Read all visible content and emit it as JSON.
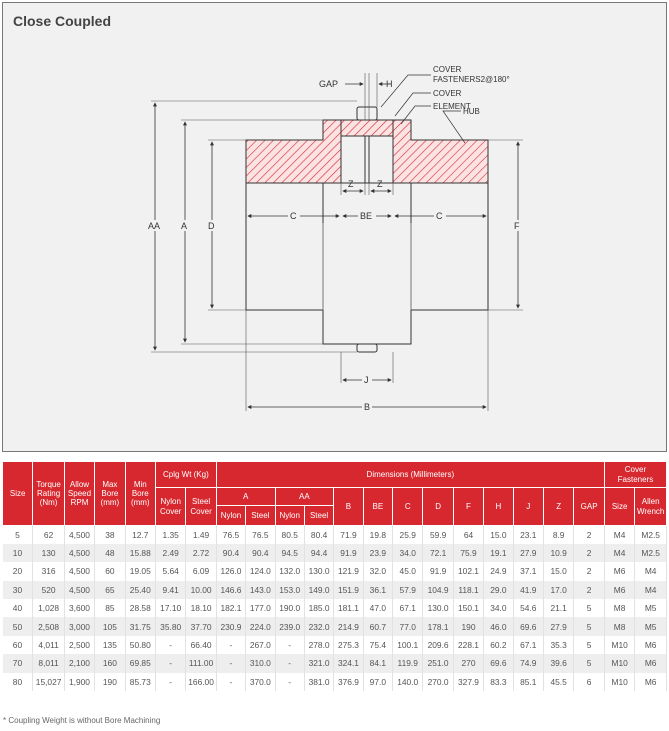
{
  "title": "Close Coupled",
  "diagram": {
    "callouts": [
      "COVER",
      "FASTENERS2@180°",
      "COVER",
      "ELEMENT",
      "HUB"
    ],
    "dims": {
      "gap": "GAP",
      "h": "H",
      "aa": "AA",
      "a": "A",
      "d": "D",
      "f": "F",
      "c": "C",
      "be": "BE",
      "z": "Z",
      "j": "J",
      "b": "B"
    }
  },
  "table": {
    "headers": {
      "size": "Size",
      "torque": "Torque Rating (Nm)",
      "speed": "Allow Speed RPM",
      "maxbore": "Max Bore (mm)",
      "minbore": "Min Bore (mm)",
      "cplg": "Cplg Wt (Kg)",
      "nylon_cover": "Nylon Cover",
      "steel_cover": "Steel Cover",
      "dimensions": "Dimensions (Millimeters)",
      "a": "A",
      "aa": "AA",
      "nylon": "Nylon",
      "steel": "Steel",
      "b": "B",
      "be": "BE",
      "c": "C",
      "d": "D",
      "f": "F",
      "h": "H",
      "j": "J",
      "z": "Z",
      "gap": "GAP",
      "fasteners": "Cover Fasteners",
      "fsize": "Size",
      "allen": "Allen Wrench"
    },
    "rows": [
      [
        "5",
        "62",
        "4,500",
        "38",
        "12.7",
        "1.35",
        "1.49",
        "76.5",
        "76.5",
        "80.5",
        "80.4",
        "71.9",
        "19.8",
        "25.9",
        "59.9",
        "64",
        "15.0",
        "23.1",
        "8.9",
        "2",
        "M4",
        "M2.5"
      ],
      [
        "10",
        "130",
        "4,500",
        "48",
        "15.88",
        "2.49",
        "2.72",
        "90.4",
        "90.4",
        "94.5",
        "94.4",
        "91.9",
        "23.9",
        "34.0",
        "72.1",
        "75.9",
        "19.1",
        "27.9",
        "10.9",
        "2",
        "M4",
        "M2.5"
      ],
      [
        "20",
        "316",
        "4,500",
        "60",
        "19.05",
        "5.64",
        "6.09",
        "126.0",
        "124.0",
        "132.0",
        "130.0",
        "121.9",
        "32.0",
        "45.0",
        "91.9",
        "102.1",
        "24.9",
        "37.1",
        "15.0",
        "2",
        "M6",
        "M4"
      ],
      [
        "30",
        "520",
        "4,500",
        "65",
        "25.40",
        "9.41",
        "10.00",
        "146.6",
        "143.0",
        "153.0",
        "149.0",
        "151.9",
        "36.1",
        "57.9",
        "104.9",
        "118.1",
        "29.0",
        "41.9",
        "17.0",
        "2",
        "M6",
        "M4"
      ],
      [
        "40",
        "1,028",
        "3,600",
        "85",
        "28.58",
        "17.10",
        "18.10",
        "182.1",
        "177.0",
        "190.0",
        "185.0",
        "181.1",
        "47.0",
        "67.1",
        "130.0",
        "150.1",
        "34.0",
        "54.6",
        "21.1",
        "5",
        "M8",
        "M5"
      ],
      [
        "50",
        "2,508",
        "3,000",
        "105",
        "31.75",
        "35.80",
        "37.70",
        "230.9",
        "224.0",
        "239.0",
        "232.0",
        "214.9",
        "60.7",
        "77.0",
        "178.1",
        "190",
        "46.0",
        "69.6",
        "27.9",
        "5",
        "M8",
        "M5"
      ],
      [
        "60",
        "4,011",
        "2,500",
        "135",
        "50.80",
        "-",
        "66.40",
        "-",
        "267.0",
        "-",
        "278.0",
        "275.3",
        "75.4",
        "100.1",
        "209.6",
        "228.1",
        "60.2",
        "67.1",
        "35.3",
        "5",
        "M10",
        "M6"
      ],
      [
        "70",
        "8,011",
        "2,100",
        "160",
        "69.85",
        "-",
        "111.00",
        "-",
        "310.0",
        "-",
        "321.0",
        "324.1",
        "84.1",
        "119.9",
        "251.0",
        "270",
        "69.6",
        "74.9",
        "39.6",
        "5",
        "M10",
        "M6"
      ],
      [
        "80",
        "15,027",
        "1,900",
        "190",
        "85.73",
        "-",
        "166.00",
        "-",
        "370.0",
        "-",
        "381.0",
        "376.9",
        "97.0",
        "140.0",
        "270.0",
        "327.9",
        "83.3",
        "85.1",
        "45.5",
        "6",
        "M10",
        "M6"
      ]
    ]
  },
  "footnote": "* Coupling Weight is without Bore Machining",
  "colors": {
    "header": "#d7282f",
    "hatch": "#d7282f",
    "panel": "#f1f1f1"
  }
}
